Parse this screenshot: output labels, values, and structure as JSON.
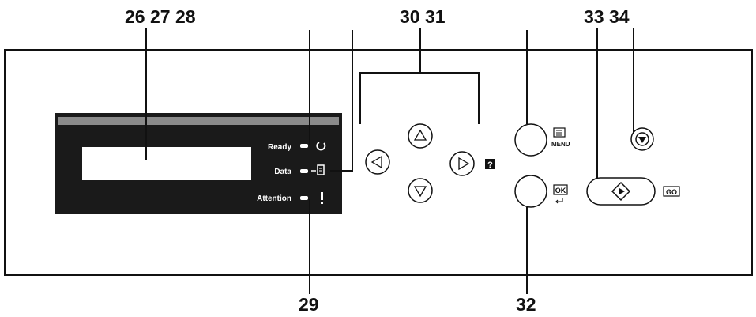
{
  "callouts": {
    "c26_28": "26 27 28",
    "c30_31": "30 31",
    "c33_34": "33 34",
    "c29": "29",
    "c32": "32"
  },
  "indicators": {
    "ready": "Ready",
    "data": "Data",
    "attention": "Attention"
  },
  "buttons": {
    "menu_label": "MENU",
    "ok_label": "OK",
    "go_label": "GO",
    "help_glyph": "?"
  },
  "icons": {
    "ready": "power-circle-icon",
    "data": "document-arrow-icon",
    "attention": "exclamation-icon",
    "left": "triangle-left-icon",
    "right": "triangle-right-icon",
    "up": "triangle-up-icon",
    "down": "triangle-down-icon",
    "menu": "list-menu-icon",
    "ok": "enter-arrow-icon",
    "start": "diamond-start-icon",
    "stop": "stop-icon"
  },
  "colors": {
    "line": "#111111",
    "panel_fill": "#ffffff",
    "lcd_bezel": "#1a1a1a",
    "lcd_screen": "#ffffff"
  }
}
